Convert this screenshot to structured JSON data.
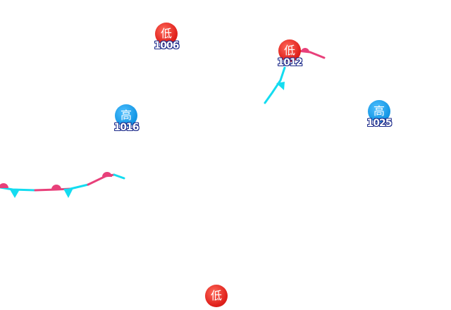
{
  "map": {
    "centers": [
      {
        "type": "low",
        "symbol": "低",
        "pressure": "1006"
      },
      {
        "type": "low",
        "symbol": "低",
        "pressure": "1012"
      },
      {
        "type": "high",
        "symbol": "高",
        "pressure": "1016"
      },
      {
        "type": "high",
        "symbol": "高",
        "pressure": "1025"
      },
      {
        "type": "low",
        "symbol": "低",
        "pressure": ""
      }
    ],
    "fronts": [
      {
        "name": "stationary-front-west",
        "type": "stationary"
      },
      {
        "name": "warm-front-ne",
        "type": "warm"
      },
      {
        "name": "cold-front-ne",
        "type": "cold"
      }
    ]
  },
  "colors": {
    "warm": "#e8407a",
    "cold": "#14dcf0",
    "low_badge": "#e0211c",
    "high_badge": "#1597e5",
    "pressure_outline": "#1c2a8a"
  }
}
